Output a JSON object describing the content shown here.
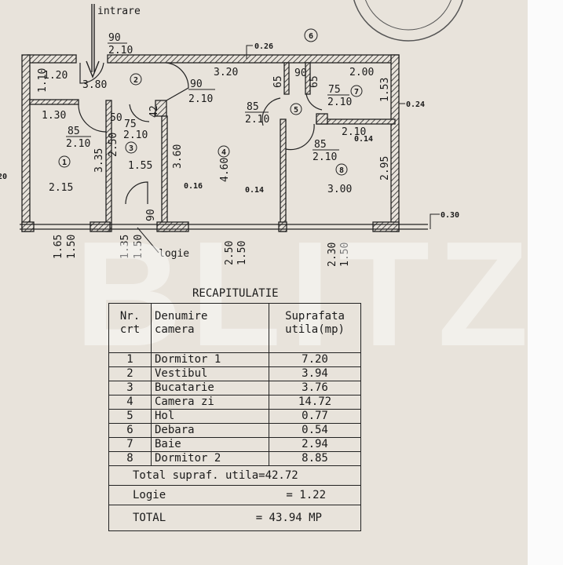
{
  "plan": {
    "entrance_label": "intrare",
    "logia_label": "logie",
    "room_numbers": [
      "1",
      "2",
      "3",
      "4",
      "5",
      "6",
      "7",
      "8"
    ],
    "dims": {
      "entry_door": [
        "90",
        "2.10"
      ],
      "wall_026": "0.26",
      "d110": "1.10",
      "d120": "1.20",
      "d380": "3.80",
      "d320": "3.20",
      "door_living": [
        "90",
        "2.10"
      ],
      "d65a": "65",
      "d90": "90",
      "d65b": "65",
      "d200": "2.00",
      "door_bath": [
        "75",
        "2.10"
      ],
      "d153": "1.53",
      "wall_024": "0.24",
      "door_hall": [
        "85",
        "2.10"
      ],
      "d130": "1.30",
      "d50": "50",
      "door_kitchen": [
        "75",
        "2.10"
      ],
      "d42": "42",
      "door_bed1": [
        "85",
        "2.10"
      ],
      "d210": "2.10",
      "wall_014a": "0.14",
      "door_bed2": [
        "85",
        "2.10"
      ],
      "d335": "3.35",
      "d250": "2.50",
      "d155": "1.55",
      "d360": "3.60",
      "d460": "4.60",
      "d300": "3.00",
      "d295": "2.95",
      "d215": "2.15",
      "d20": "20",
      "wall_016": "0.16",
      "wall_014b": "0.14",
      "d90b": "90",
      "wall_030": "0.30",
      "win1": [
        "1.65",
        "1.50"
      ],
      "win2": [
        "1.35",
        "1.50"
      ],
      "win3": [
        "2.50",
        "1.50"
      ],
      "win4": [
        "2.30",
        "1.50"
      ]
    }
  },
  "summary": {
    "title": "RECAPITULATIE",
    "headers": {
      "nr": [
        "Nr.",
        "crt"
      ],
      "name": [
        "Denumire",
        "camera"
      ],
      "area": [
        "Suprafata",
        "utila(mp)"
      ]
    },
    "rows": [
      {
        "nr": "1",
        "name": "Dormitor 1",
        "area": "7.20"
      },
      {
        "nr": "2",
        "name": "Vestibul",
        "area": "3.94"
      },
      {
        "nr": "3",
        "name": "Bucatarie",
        "area": "3.76"
      },
      {
        "nr": "4",
        "name": "Camera zi",
        "area": "14.72"
      },
      {
        "nr": "5",
        "name": "Hol",
        "area": "0.77"
      },
      {
        "nr": "6",
        "name": "Debara",
        "area": "0.54"
      },
      {
        "nr": "7",
        "name": "Baie",
        "area": "2.94"
      },
      {
        "nr": "8",
        "name": "Dormitor 2",
        "area": "8.85"
      }
    ],
    "total_useful": "Total supraf. utila=42.72",
    "logia": {
      "label": "Logie",
      "value": "= 1.22"
    },
    "total": {
      "label": "TOTAL",
      "value": "= 43.94 MP"
    }
  },
  "watermark": "BLITZ"
}
